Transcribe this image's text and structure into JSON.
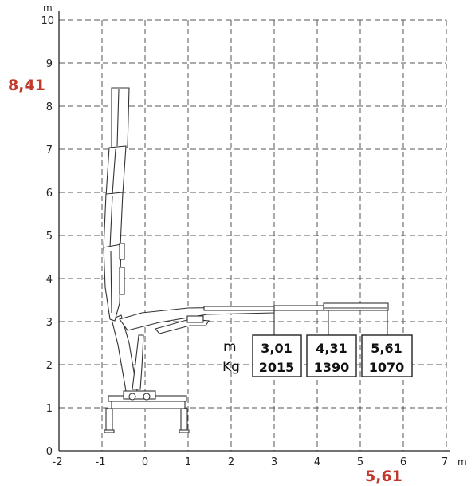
{
  "axes": {
    "y_unit": "m",
    "x_unit": "m",
    "y_ticks": [
      "0",
      "1",
      "2",
      "3",
      "4",
      "5",
      "6",
      "7",
      "8",
      "9",
      "10"
    ],
    "x_ticks": [
      "-2",
      "-1",
      "0",
      "1",
      "2",
      "3",
      "4",
      "5",
      "6",
      "7"
    ]
  },
  "highlights": {
    "max_height": "8,41",
    "max_reach": "5,61"
  },
  "load_table": {
    "row_labels": {
      "distance": "m",
      "load": "Kg"
    },
    "columns": [
      {
        "distance": "3,01",
        "load": "2015"
      },
      {
        "distance": "4,31",
        "load": "1390"
      },
      {
        "distance": "5,61",
        "load": "1070"
      }
    ]
  }
}
